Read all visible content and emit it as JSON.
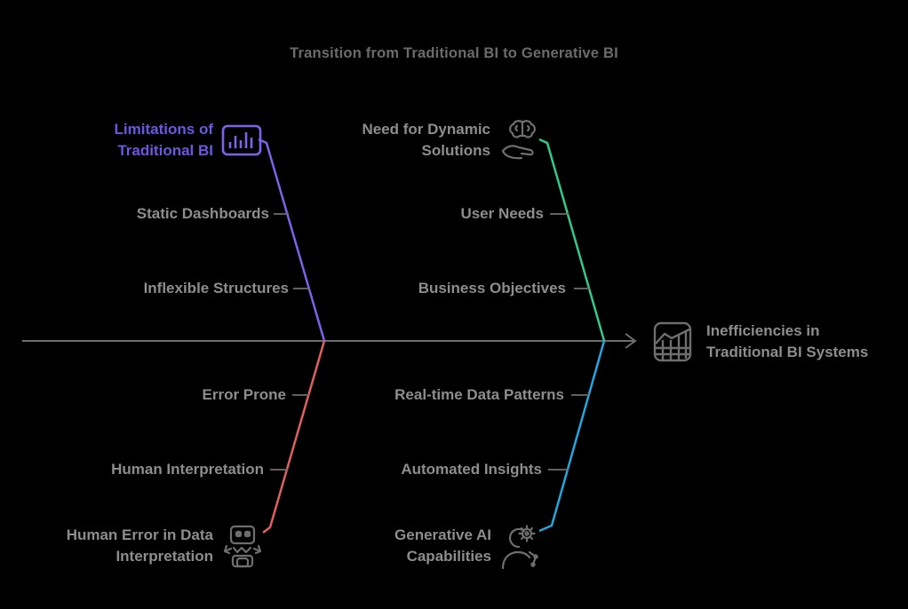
{
  "title": "Transition from Traditional BI to Generative BI",
  "diagram_type": "fishbone",
  "colors": {
    "background": "#000000",
    "spine_gray": "#6e6e6e",
    "label_gray": "#8d8d8d",
    "title_gray": "#6b6b6b",
    "icon_gray": "#6e6e6e",
    "purple_line": "#7c63e8",
    "purple_text": "#6c56e2",
    "green_line": "#30cb89",
    "red_line": "#e06060",
    "cyan_line": "#21a7df"
  },
  "cause_groups": {
    "limitations": {
      "head": "Limitations of Traditional BI",
      "icon": "bar-chart-icon",
      "accent": "#7c63e8",
      "items": [
        "Static Dashboards",
        "Inflexible Structures"
      ]
    },
    "dynamic_solutions": {
      "head": "Need for Dynamic Solutions",
      "icon": "brain-hand-icon",
      "accent": "#30cb89",
      "items": [
        "User Needs",
        "Business Objectives"
      ]
    },
    "human_error": {
      "head": "Human Error in Data Interpretation",
      "icon": "robot-icon",
      "accent": "#e06060",
      "items": [
        "Error Prone",
        "Human Interpretation"
      ]
    },
    "generative_ai": {
      "head": "Generative AI Capabilities",
      "icon": "ai-person-icon",
      "accent": "#21a7df",
      "items": [
        "Real-time Data Patterns",
        "Automated Insights"
      ]
    }
  },
  "effect": {
    "label": "Inefficiencies in Traditional BI Systems",
    "icon": "chart-grid-icon"
  }
}
